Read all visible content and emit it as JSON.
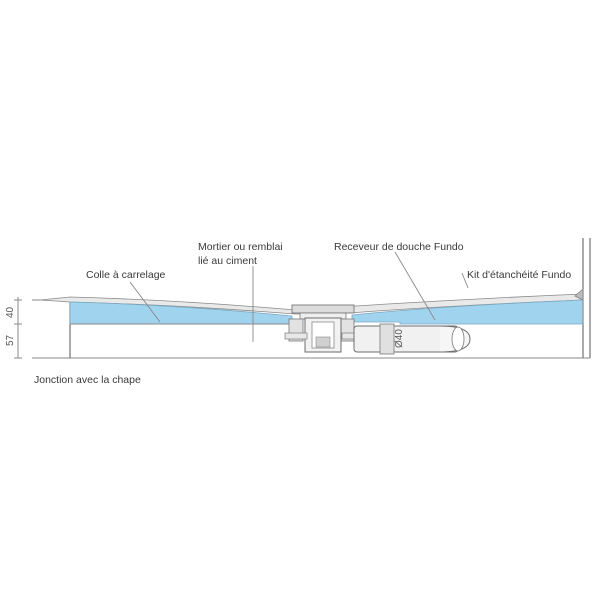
{
  "labels": {
    "colle": "Colle à carrelage",
    "mortier_line1": "Mortier ou remblai",
    "mortier_line2": "lié au ciment",
    "receveur": "Receveur de douche Fundo",
    "kit": "Kit d'étanchéité Fundo",
    "jonction": "Jonction avec la chape"
  },
  "dimensions": {
    "top": "40",
    "bottom": "57",
    "pipe": "Ø40"
  },
  "colors": {
    "tray_fill": "#9fd3ee",
    "line": "#8a8a8a",
    "drain_fill": "#e6e6e6",
    "text": "#3a3a3a"
  }
}
